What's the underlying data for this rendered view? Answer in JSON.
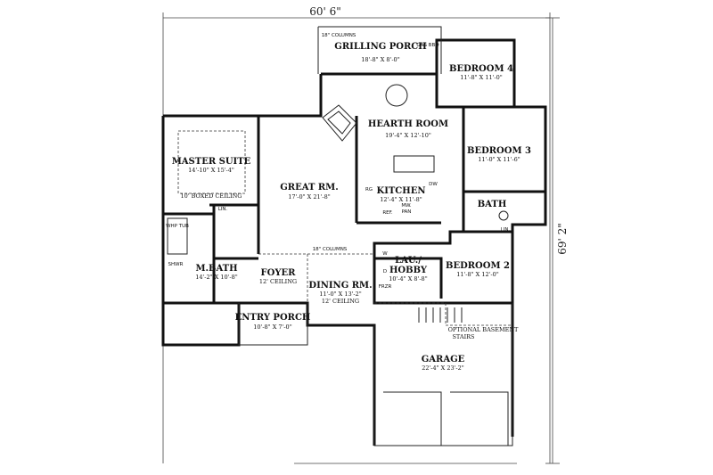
{
  "dimensions": {
    "width": "60' 6\"",
    "depth": "69' 2\""
  },
  "rooms": {
    "grilling_porch": {
      "name": "GRILLING PORCH",
      "size": "18'-8\" X 8'-0\"",
      "note": "18\" COLUMNS"
    },
    "gas_bbq": "GAS BBQ",
    "bedroom4": {
      "name": "BEDROOM 4",
      "size": "11'-8\" X 11'-0\""
    },
    "hearth_room": {
      "name": "HEARTH ROOM",
      "size": "19'-4\" X 12'-10\""
    },
    "bedroom3": {
      "name": "BEDROOM 3",
      "size": "11'-0\" X 11'-6\""
    },
    "master_suite": {
      "name": "MASTER SUITE",
      "size": "14'-10\" X 15'-4\"",
      "note": "10' BOXED CEILING"
    },
    "great_room": {
      "name": "GREAT RM.",
      "size": "17'-0\" X 21'-8\""
    },
    "kitchen": {
      "name": "KITCHEN",
      "size": "12'-4\" X 11'-8\""
    },
    "bath": {
      "name": "BATH"
    },
    "lin": "LIN.",
    "whp_tub": "WHP TUB",
    "shwr": "SHWR",
    "m_bath": {
      "name": "M.BATH",
      "size": "14'-2\" X 10'-8\""
    },
    "foyer": {
      "name": "FOYER",
      "note": "12' CEILING"
    },
    "columns_note": "18\" COLUMNS",
    "dining_room": {
      "name": "DINING RM.",
      "size": "11'-0\" X 13'-2\"",
      "note": "12' CEILING"
    },
    "lau_hobby": {
      "name1": "LAU./",
      "name2": "HOBBY",
      "size": "10'-4\" X 8'-8\""
    },
    "bedroom2": {
      "name": "BEDROOM 2",
      "size": "11'-8\" X 12'-0\""
    },
    "entry_porch": {
      "name": "ENTRY PORCH",
      "size": "10'-8\" X 7'-0\""
    },
    "garage": {
      "name": "GARAGE",
      "size": "22'-4\" X 23'-2\"",
      "note1": "OPTIONAL BASEMENT",
      "note2": "STAIRS"
    }
  },
  "fixtures": {
    "rg": "RG",
    "dw": "DW",
    "ref": "REF.",
    "mw": "MW.",
    "pan": "PAN",
    "frzr": "FRZR",
    "w": "W",
    "d": "D"
  }
}
